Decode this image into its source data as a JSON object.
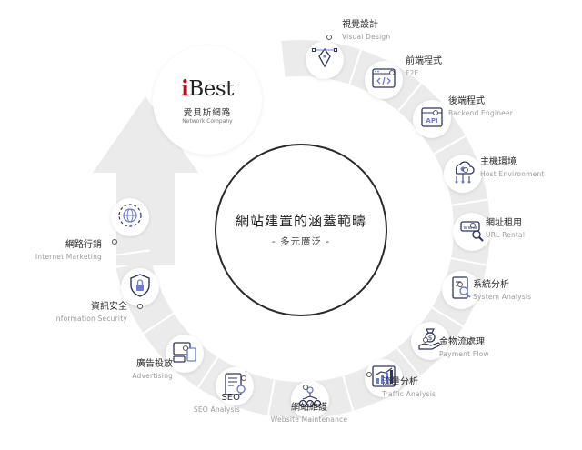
{
  "logo": {
    "mark_prefix": "i",
    "mark_rest": "Best",
    "name_zh": "愛貝斯網路",
    "name_en": "Network Company"
  },
  "center": {
    "title": "網站建置的涵蓋範疇",
    "subtitle": "- 多元廣泛 -"
  },
  "colors": {
    "accent_red": "#b3121f",
    "ring": "#ebebeb",
    "icon_stroke": "#2d3561",
    "icon_tint": "#6d7bd6"
  },
  "services": [
    {
      "zh": "視覺設計",
      "en": "Visual Design",
      "icon": "pen-tool-icon"
    },
    {
      "zh": "前端程式",
      "en": "F2E",
      "icon": "code-window-icon"
    },
    {
      "zh": "後端程式",
      "en": "Backend Engineer",
      "icon": "api-icon"
    },
    {
      "zh": "主機環境",
      "en": "Host Environment",
      "icon": "cloud-server-icon"
    },
    {
      "zh": "網址租用",
      "en": "URL Rental",
      "icon": "www-search-icon"
    },
    {
      "zh": "系統分析",
      "en": "System Analysis",
      "icon": "analysis-document-icon"
    },
    {
      "zh": "金物流處理",
      "en": "Payment Flow",
      "icon": "money-hand-icon"
    },
    {
      "zh": "流量分析",
      "en": "Traffic Analysis",
      "icon": "bar-chart-icon"
    },
    {
      "zh": "網站維護",
      "en": "Website Maintenance",
      "icon": "team-network-icon"
    },
    {
      "zh": "SEO",
      "en": "SEO Analysis",
      "icon": "seo-document-icon"
    },
    {
      "zh": "廣告投放",
      "en": "Advertising",
      "icon": "devices-icon"
    },
    {
      "zh": "資訊安全",
      "en": "Information Security",
      "icon": "shield-icon"
    },
    {
      "zh": "網路行銷",
      "en": "Internet Marketing",
      "icon": "globe-target-icon"
    }
  ]
}
